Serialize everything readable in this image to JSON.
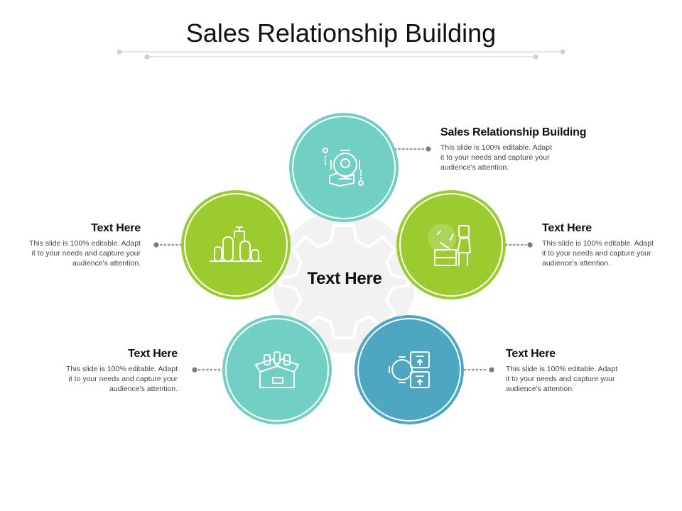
{
  "title": "Sales Relationship Building",
  "center_label": "Text Here",
  "colors": {
    "teal": "#72cfc4",
    "green": "#9ccb2f",
    "blue": "#4ea7c0",
    "gear_bg": "#f2f2f2",
    "dots": "#9a9a9a"
  },
  "items": [
    {
      "heading": "Sales Relationship Building",
      "lines": [
        "This slide is 100% editable. Adapt",
        "it to your needs and capture your",
        "audience's attention."
      ]
    },
    {
      "heading": "Text Here",
      "lines": [
        "This slide is 100% editable. Adapt",
        "it to your needs and capture your",
        "audience's attention."
      ]
    },
    {
      "heading": "Text Here",
      "lines": [
        "This slide is 100% editable. Adapt",
        "it to your needs and capture your",
        "audience's attention."
      ]
    },
    {
      "heading": "Text Here",
      "lines": [
        "This slide is 100% editable. Adapt",
        "it to your needs and capture your",
        "audience's attention."
      ]
    },
    {
      "heading": "Text Here",
      "lines": [
        "This slide is 100% editable. Adapt",
        "it to your needs and capture your",
        "audience's attention."
      ]
    }
  ],
  "icons": [
    "settings-hand-icon",
    "factory-tanks-icon",
    "presentation-teacher-icon",
    "product-box-icon",
    "gear-documents-icon"
  ]
}
